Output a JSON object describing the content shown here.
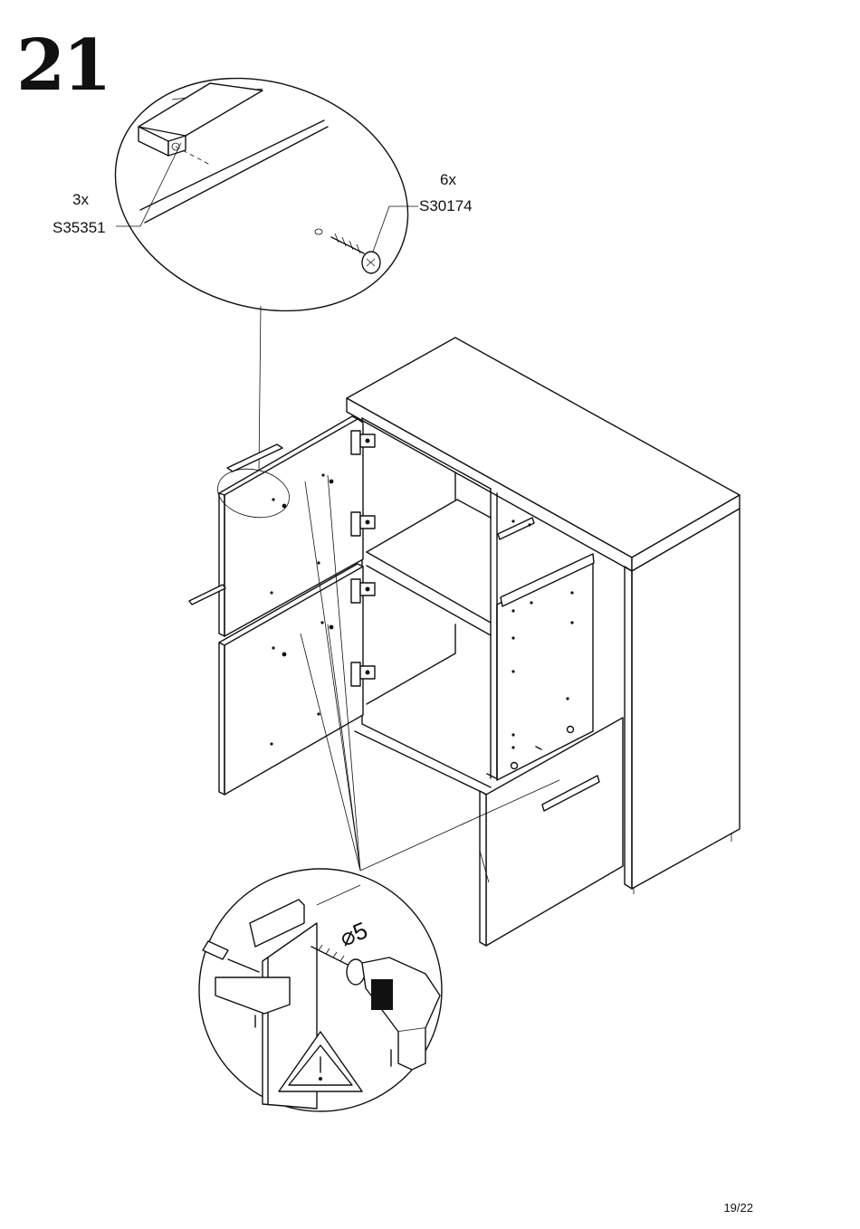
{
  "step": {
    "number": "21"
  },
  "parts": [
    {
      "quantity": "3x",
      "code": "S35351"
    },
    {
      "quantity": "6x",
      "code": "S30174"
    }
  ],
  "drill": {
    "size_label": "⌀5"
  },
  "icons": [
    "warning-triangle-icon",
    "drill-icon",
    "clamp-icon",
    "screw-icon",
    "handle-icon"
  ],
  "footer": {
    "page": "19/22"
  }
}
